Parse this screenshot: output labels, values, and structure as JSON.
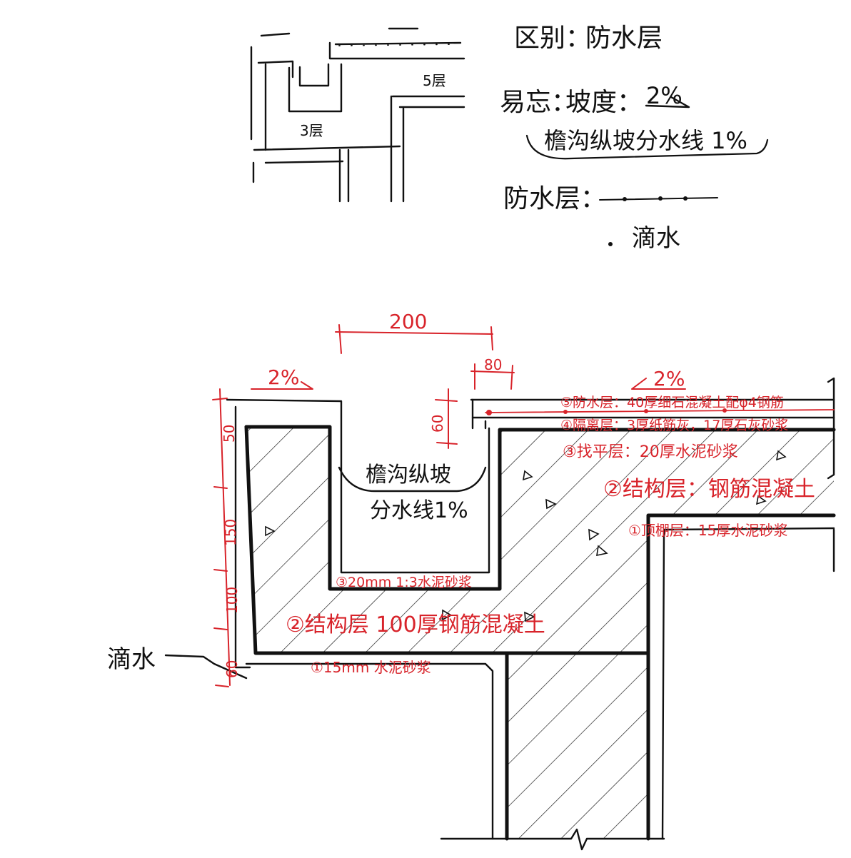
{
  "notes": {
    "difference_label": "区别：",
    "difference_value": "防水层",
    "easy_forget_label": "易忘：",
    "slope_label": "坡度：",
    "slope_value": "2%",
    "gutter_note": "檐沟纵坡分水线 1%",
    "waterproof_legend_label": "防水层：",
    "drip_legend_label": "滴水"
  },
  "sketch": {
    "floor_5_label": "5层",
    "floor_3_label": "3层"
  },
  "section": {
    "dim_200": "200",
    "dim_80": "80",
    "dim_60_top": "60",
    "dim_50": "50",
    "dim_150": "150",
    "dim_100": "100",
    "dim_60_bottom": "60",
    "slope_left": "2%",
    "slope_right": "2%",
    "gutter_text_line1": "檐沟纵坡",
    "gutter_text_line2": "分水线1%",
    "drip_label": "滴水",
    "layer_5": "⑤防水层：40厚细石混凝土配φ4钢筋",
    "layer_4": "④隔离层：3厚纸筋灰，17厚石灰砂浆",
    "layer_3": "③找平层：20厚水泥砂浆",
    "layer_2": "②结构层：钢筋混凝土",
    "layer_1": "①顶棚层：15厚水泥砂浆",
    "gutter_layer_3": "③20mm 1:3水泥砂浆",
    "gutter_layer_2": "②结构层 100厚钢筋混凝土",
    "gutter_layer_1": "①15mm 水泥砂浆"
  },
  "colors": {
    "ink": "#111111",
    "annotation": "#d8232a",
    "paper": "#ffffff"
  }
}
